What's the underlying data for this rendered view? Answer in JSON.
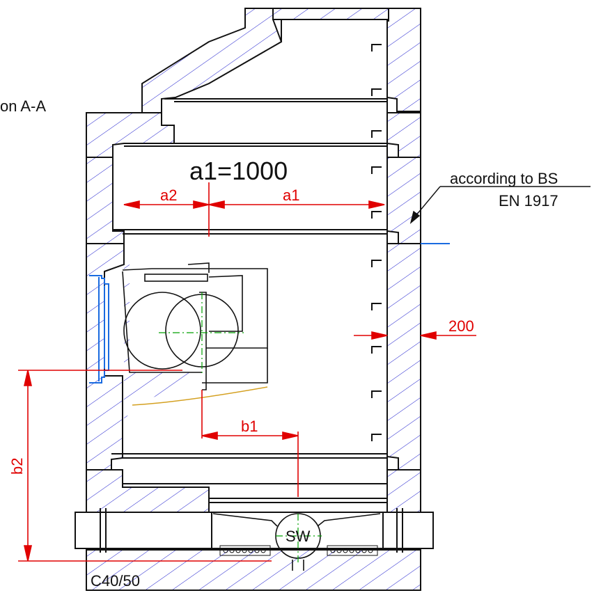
{
  "labels": {
    "section": "on A-A",
    "main_dim": "a1=1000",
    "note_line1": "according to BS",
    "note_line2": "EN 1917",
    "dim_a1": "a1",
    "dim_a2": "a2",
    "dim_b1": "b1",
    "dim_b2": "b2",
    "dim_wall": "200",
    "outlet": "SW",
    "concrete": "C40/50"
  },
  "colors": {
    "concrete_hatch": "#1a1acc",
    "dimension": "#e00000",
    "outline": "#111111",
    "pipe": "#1a6be0",
    "centerline": "#00a000",
    "flow_line": "#d4a020"
  }
}
